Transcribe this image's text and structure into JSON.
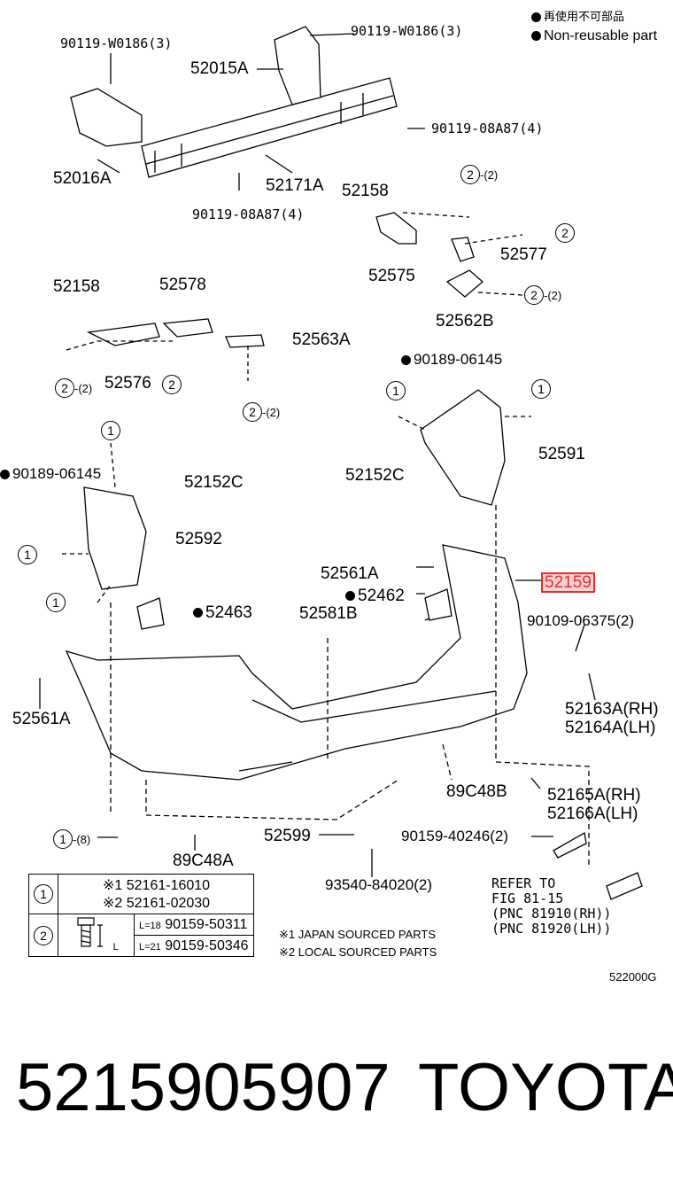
{
  "legend": {
    "reuse_jp": "再使用不可部品",
    "reuse_en": "Non-reusable part"
  },
  "labels": {
    "l1": "90119-W0186(3)",
    "l2": "90119-W0186(3)",
    "l3": "52015A",
    "l4": "90119-08A87(4)",
    "l5": "52016A",
    "l6": "52171A",
    "l7": "90119-08A87(4)",
    "l8": "52158",
    "l9": "52575",
    "l10": "52577",
    "l11": "52562B",
    "l12": "52158",
    "l13": "52578",
    "l14": "52563A",
    "l15": "52576",
    "l16": "90189-06145",
    "l17": "52591",
    "l18": "90189-06145",
    "l19": "52152C",
    "l20": "52152C",
    "l21": "52592",
    "l22": "52561A",
    "l23": "52462",
    "l24": "52159",
    "l25": "52463",
    "l26": "52581B",
    "l27": "90109-06375(2)",
    "l28": "52163A(RH)",
    "l29": "52164A(LH)",
    "l30": "52561A",
    "l31": "89C48B",
    "l32": "52165A(RH)",
    "l33": "52166A(LH)",
    "l34": "52599",
    "l35": "90159-40246(2)",
    "l36": "89C48A",
    "l37": "93540-84020(2)",
    "l38": "REFER TO",
    "l39": "FIG 81-15",
    "l40": "(PNC 81910(RH))",
    "l41": "(PNC 81920(LH))",
    "l42": "※1 JAPAN SOURCED PARTS",
    "l43": "※2 LOCAL SOURCED PARTS",
    "l44": "522000G",
    "sub2": "-(2)",
    "sub8": "-(8)"
  },
  "circles": {
    "one": "1",
    "two": "2"
  },
  "table": {
    "r1_a": "※1 52161-16010",
    "r1_b": "※2 52161-02030",
    "r2_l1": "L=18",
    "r2_v1": "90159-50311",
    "r2_l2": "L=21",
    "r2_v2": "90159-50346",
    "dim": "L"
  },
  "footer": {
    "part_number": "5215905907",
    "brand": "TOYOTA"
  }
}
